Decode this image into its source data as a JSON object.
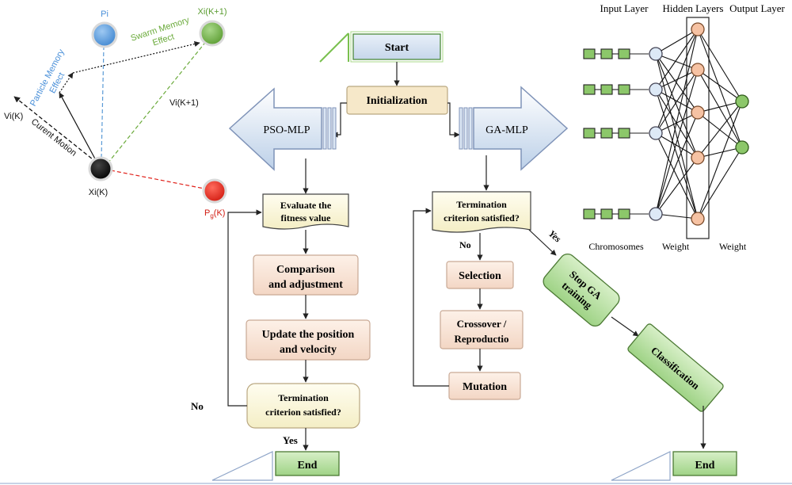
{
  "pso_diagram": {
    "pi": "Pi",
    "xi_k1": "Xi(K+1)",
    "xi_k": "Xi(K)",
    "pg_k_main": "P",
    "pg_k_sub": "g",
    "pg_k_tail": "(K)",
    "vi_k": "Vi(K)",
    "vi_k1": "Vi(K+1)",
    "swarm_memory_1": "Swarm Memory",
    "swarm_memory_2": "Effect",
    "particle_memory_1": "Particle Memory",
    "particle_memory_2": "Effect",
    "current_motion": "Curent Motion",
    "colors": {
      "pi": "#4a90d9",
      "xi_k1": "#6aaa3a",
      "xi_k": "#000000",
      "pg": "#e0221b"
    }
  },
  "flow": {
    "start": "Start",
    "initialization": "Initialization",
    "pso_mlp": "PSO-MLP",
    "ga_mlp": "GA-MLP",
    "pso": {
      "evaluate_1": "Evaluate the",
      "evaluate_2": "fitness value",
      "comparison_1": "Comparison",
      "comparison_2": "and adjustment",
      "update_1": "Update the position",
      "update_2": "and velocity",
      "termination_1": "Termination",
      "termination_2": "criterion satisfied?",
      "no": "No",
      "yes": "Yes",
      "end": "End"
    },
    "ga": {
      "termination_1": "Termination",
      "termination_2": "criterion satisfied?",
      "no": "No",
      "yes": "Yes",
      "selection": "Selection",
      "crossover_1": "Crossover /",
      "crossover_2": "Reproductio",
      "mutation": "Mutation",
      "stop_1": "Stop GA",
      "stop_2": "training",
      "classification": "Classification",
      "end": "End"
    }
  },
  "network": {
    "input_layer": "Input Layer",
    "hidden_layers": "Hidden Layers",
    "output_layer": "Output Layer",
    "chromosomes": "Chromosomes",
    "weight_1": "Weight",
    "weight_2": "Weight"
  }
}
